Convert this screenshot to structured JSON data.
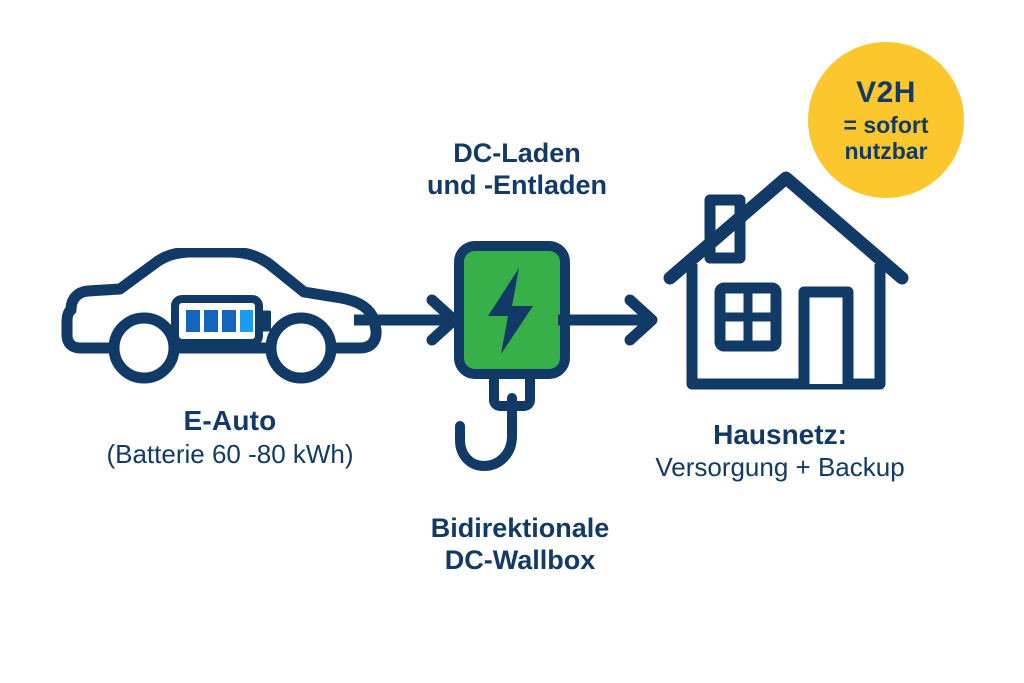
{
  "meta": {
    "diagram_title": "V2H Bidirektionales Laden Schema",
    "background": "#ffffff"
  },
  "colors": {
    "navy": "#123A66",
    "green": "#38B04A",
    "yellow": "#FCC62D",
    "blue_dark": "#1565BD",
    "blue_light": "#1E9BF0",
    "white": "#ffffff"
  },
  "badge": {
    "title": "V2H",
    "line2": "= sofort",
    "line3": "nutzbar",
    "shape": "circle",
    "fill": "#FCC62D",
    "text_color": "#123A66"
  },
  "nodes": {
    "car": {
      "name": "E-Auto",
      "caption_bold": "E-Auto",
      "caption_regular": "(Batterie 60 -80 kWh)",
      "icon": "electric-car-icon",
      "battery": {
        "bars_total": 4,
        "bar_colors": [
          "#1565BD",
          "#1565BD",
          "#1565BD",
          "#1E9BF0"
        ]
      }
    },
    "wallbox": {
      "name": "Bidirektionale DC-Wallbox",
      "caption_line1": "Bidirektionale",
      "caption_line2": "DC-Wallbox",
      "icon": "wallbox-icon",
      "body_fill": "#38B04A",
      "symbol": "lightning-bolt-icon"
    },
    "house": {
      "name": "Hausnetz",
      "caption_bold": "Hausnetz:",
      "caption_regular": "Versorgung + Backup",
      "icon": "house-icon"
    }
  },
  "labels": {
    "flow_heading_line1": "DC-Laden",
    "flow_heading_line2": "und -Entladen"
  },
  "arrows": [
    {
      "id": "arrow-car-to-wallbox",
      "from": "car",
      "to": "wallbox",
      "direction": "right",
      "color": "#123A66"
    },
    {
      "id": "arrow-wallbox-to-house",
      "from": "wallbox",
      "to": "house",
      "direction": "right",
      "color": "#123A66"
    }
  ]
}
